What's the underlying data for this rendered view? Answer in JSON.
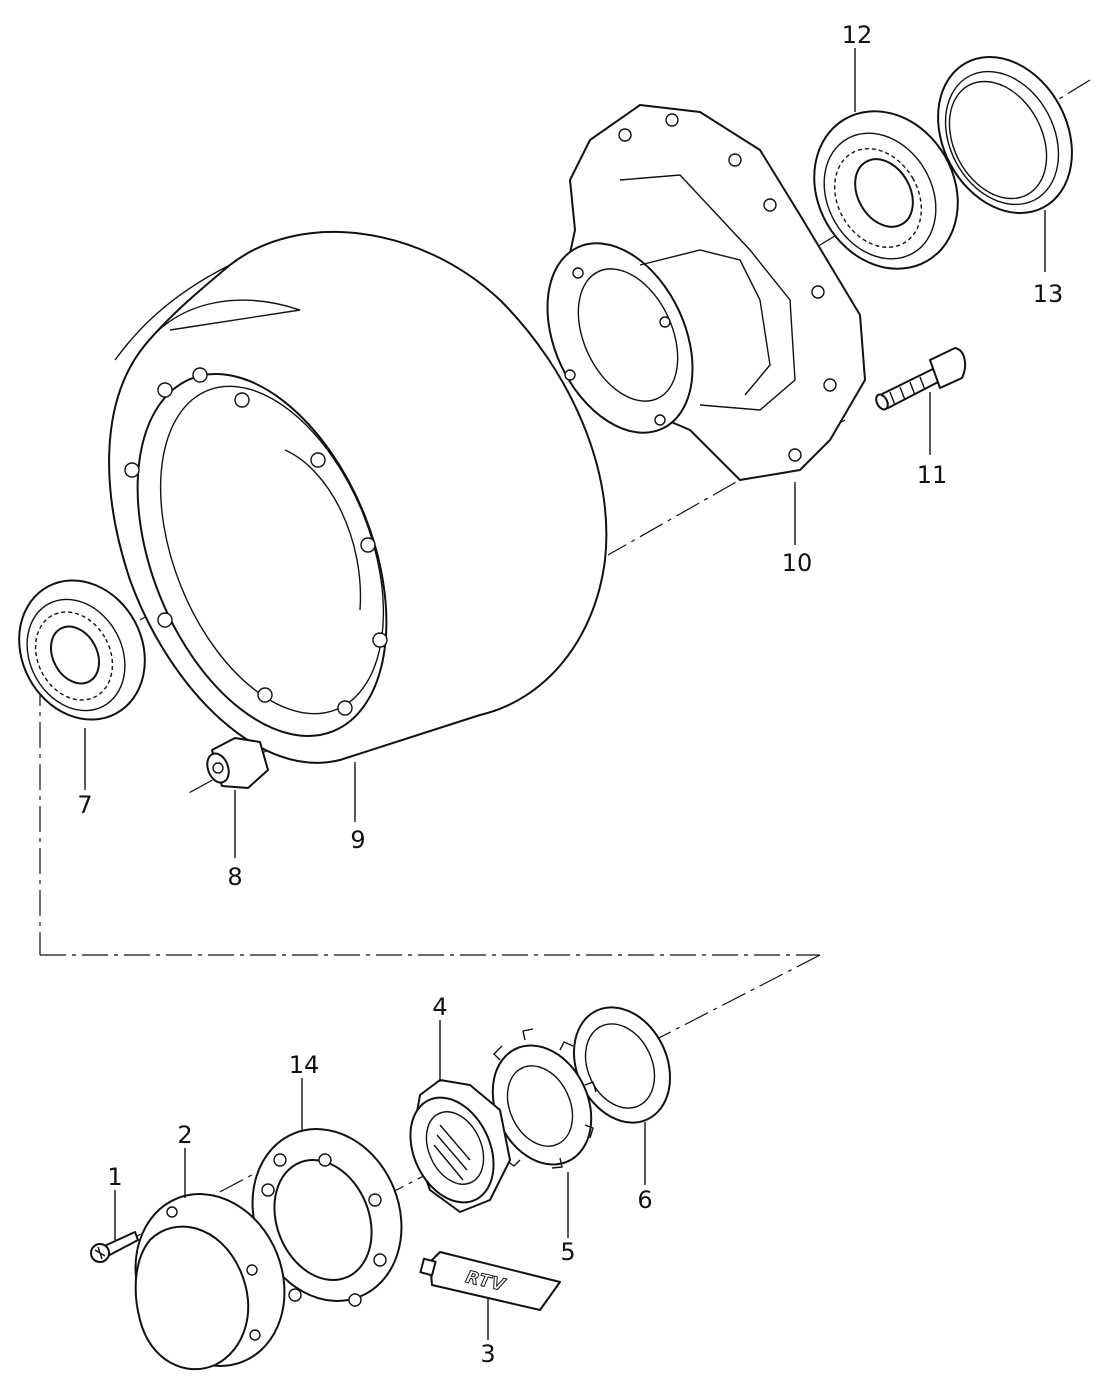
{
  "diagram": {
    "callouts": [
      "1",
      "2",
      "3",
      "4",
      "5",
      "6",
      "7",
      "8",
      "9",
      "10",
      "11",
      "12",
      "13",
      "14"
    ],
    "tube_label": "RTV"
  }
}
